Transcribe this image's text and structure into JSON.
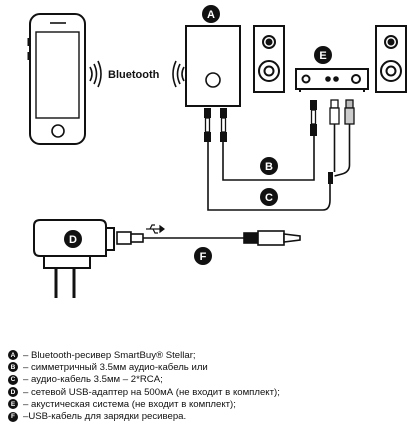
{
  "diagram": {
    "bluetooth_label": "Bluetooth",
    "badges": {
      "a": "A",
      "b": "B",
      "c": "C",
      "d": "D",
      "e": "E",
      "f": "F"
    }
  },
  "legend": [
    {
      "letter": "A",
      "text": "– Bluetooth-ресивер SmartBuy® Stellar;"
    },
    {
      "letter": "B",
      "text": "– симметричный 3.5мм аудио-кабель или"
    },
    {
      "letter": "C",
      "text": "– аудио-кабель 3.5мм – 2*RCA;"
    },
    {
      "letter": "D",
      "text": "– сетевой USB-адаптер на 500мА (не входит в комплект);"
    },
    {
      "letter": "E",
      "text": "– акустическая система (не входит в комплект);"
    },
    {
      "letter": "F",
      "text": "–USB-кабель для зарядки ресивера."
    }
  ]
}
